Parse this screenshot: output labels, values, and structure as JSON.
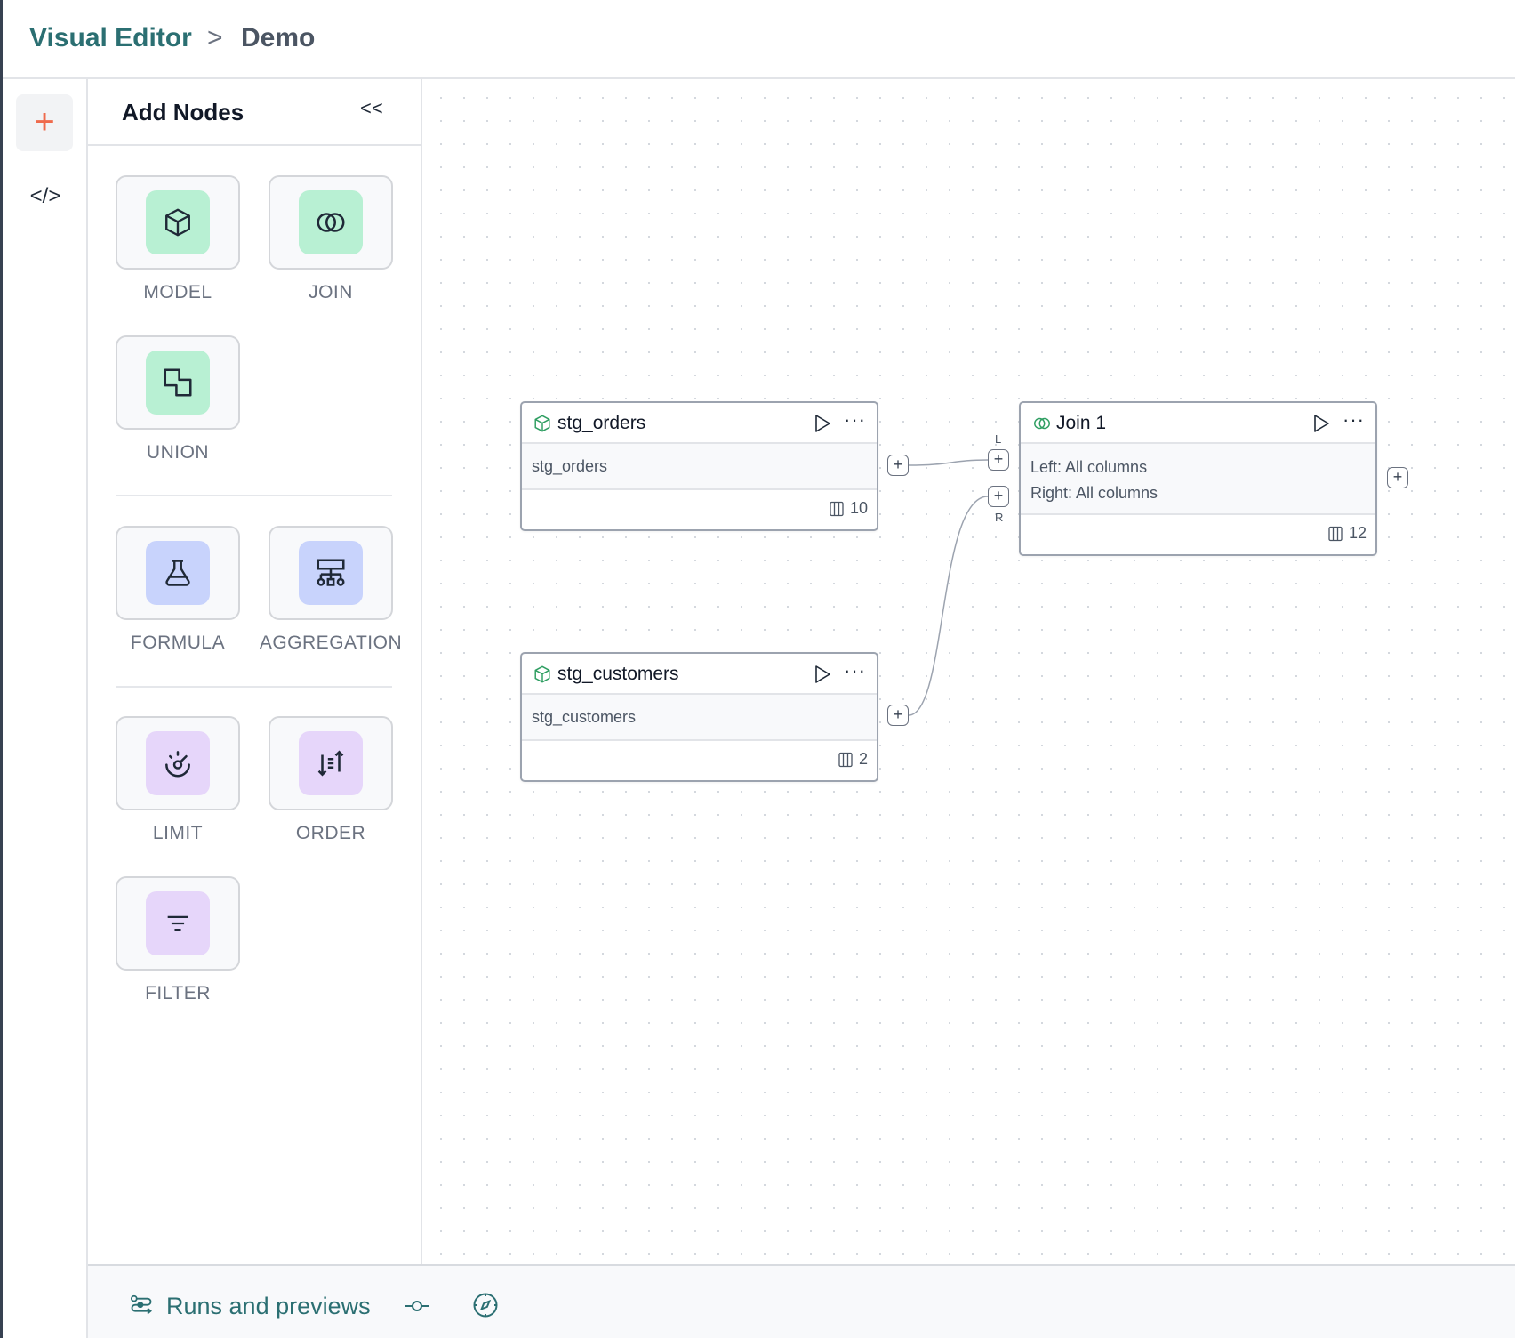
{
  "header": {
    "breadcrumb": [
      {
        "label": "Visual Editor",
        "color": "#2b6f72"
      },
      {
        "label": "Demo",
        "color": "#4b5563"
      }
    ],
    "separator": ">"
  },
  "rail": {
    "items": [
      {
        "icon": "plus-icon",
        "color": "#ef6a4c"
      },
      {
        "icon": "code-icon",
        "label": "</>"
      }
    ]
  },
  "panel": {
    "title": "Add Nodes",
    "collapse": "<<",
    "groups": [
      [
        {
          "label": "MODEL",
          "icon": "cube-icon",
          "color": "#b8f0d3"
        },
        {
          "label": "JOIN",
          "icon": "join-icon",
          "color": "#b8f0d3"
        },
        {
          "label": "UNION",
          "icon": "union-icon",
          "color": "#b8f0d3"
        }
      ],
      [
        {
          "label": "FORMULA",
          "icon": "flask-icon",
          "color": "#c8d3fc"
        },
        {
          "label": "AGGREGATION",
          "icon": "hierarchy-icon",
          "color": "#c8d3fc"
        }
      ],
      [
        {
          "label": "LIMIT",
          "icon": "limit-icon",
          "color": "#e6d6fa"
        },
        {
          "label": "ORDER",
          "icon": "sort-icon",
          "color": "#e6d6fa"
        },
        {
          "label": "FILTER",
          "icon": "filter-icon",
          "color": "#e6d6fa"
        }
      ]
    ]
  },
  "canvas": {
    "nodes": [
      {
        "title": "stg_orders",
        "icon": "cube-icon",
        "body": [
          "stg_orders"
        ],
        "columns": "10"
      },
      {
        "title": "stg_customers",
        "icon": "cube-icon",
        "body": [
          "stg_customers"
        ],
        "columns": "2"
      },
      {
        "title": "Join 1",
        "icon": "join-icon",
        "body": [
          "Left: All columns",
          "Right: All columns"
        ],
        "columns": "12"
      }
    ],
    "handles": {
      "plus": "+",
      "left_label": "L",
      "right_label": "R"
    }
  },
  "bottom": {
    "runs_label": "Runs and previews",
    "accent": "#2b6f72"
  }
}
